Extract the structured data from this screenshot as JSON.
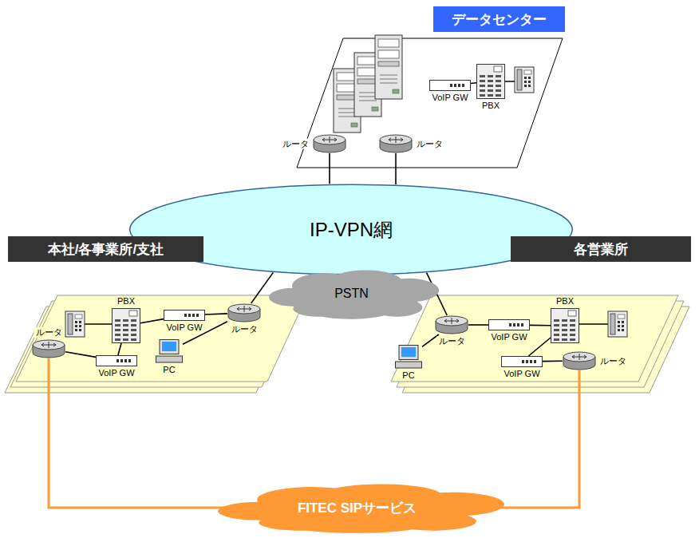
{
  "diagram": {
    "nodes": [
      {
        "text": [
          "データセンター"
        ]
      },
      {
        "text": [
          "ルータ"
        ]
      },
      {
        "text": [
          "ルータ"
        ]
      },
      {
        "text": [
          "VoIP GW"
        ]
      },
      {
        "text": [
          "PBX"
        ]
      },
      {
        "text": [
          "IP-VPN網"
        ]
      },
      {
        "text": [
          "本社/各事業所/支社"
        ]
      },
      {
        "text": [
          "各営業所"
        ]
      },
      {
        "text": [
          "PSTN"
        ]
      },
      {
        "text": [
          "PBX"
        ]
      },
      {
        "text": [
          "VoIP GW"
        ]
      },
      {
        "text": [
          "ルータ"
        ]
      },
      {
        "text": [
          "PC"
        ]
      },
      {
        "text": [
          "ルータ"
        ]
      },
      {
        "text": [
          "VoIP GW"
        ]
      },
      {
        "text": [
          "ルータ"
        ]
      },
      {
        "text": [
          "VoIP GW"
        ]
      },
      {
        "text": [
          "PBX"
        ]
      },
      {
        "text": [
          "PC"
        ]
      },
      {
        "text": [
          "VoIP GW"
        ]
      },
      {
        "text": [
          "ルータ"
        ]
      },
      {
        "text": [
          "FITEC SIPサービス"
        ]
      }
    ],
    "edges": [
      {
        "from": 1,
        "to": 5,
        "arrow": "none"
      },
      {
        "from": 2,
        "to": 5,
        "arrow": "none"
      },
      {
        "from": 3,
        "to": 4,
        "arrow": "none"
      },
      {
        "from": 9,
        "to": 10,
        "arrow": "none"
      },
      {
        "from": 10,
        "to": 11,
        "arrow": "none"
      },
      {
        "from": 12,
        "to": 11,
        "arrow": "none"
      },
      {
        "from": 9,
        "to": 14,
        "arrow": "none"
      },
      {
        "from": 14,
        "to": 13,
        "arrow": "none"
      },
      {
        "from": 11,
        "to": 5,
        "arrow": "none"
      },
      {
        "from": 13,
        "to": 21,
        "arrow": "none"
      },
      {
        "from": 15,
        "to": 16,
        "arrow": "none"
      },
      {
        "from": 16,
        "to": 17,
        "arrow": "none"
      },
      {
        "from": 18,
        "to": 15,
        "arrow": "none"
      },
      {
        "from": 17,
        "to": 19,
        "arrow": "none"
      },
      {
        "from": 19,
        "to": 20,
        "arrow": "none"
      },
      {
        "from": 15,
        "to": 5,
        "arrow": "none"
      },
      {
        "from": 20,
        "to": 21,
        "arrow": "none"
      }
    ]
  }
}
